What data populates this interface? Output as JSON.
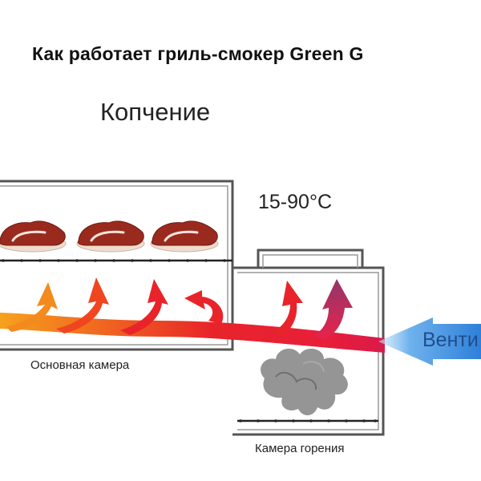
{
  "title": "Как работает гриль-смокер Green G",
  "mode": "Копчение",
  "temperature": "15-90°C",
  "labels": {
    "main_chamber": "Основная камера",
    "firebox": "Камера горения",
    "ventilation": "Венти"
  },
  "colors": {
    "chamber_stroke": "#555555",
    "grate": "#222222",
    "air_blue": "#3d8be0",
    "heat_red": "#e8242a",
    "heat_orange": "#f39a1c",
    "smoke_purple": "#9b3b6a",
    "smoke_grey": "#8a8a8a"
  },
  "icons": [
    "steak-icon",
    "smoke-cloud-icon",
    "heat-arrow-icon",
    "air-inflow-arrow-icon"
  ]
}
